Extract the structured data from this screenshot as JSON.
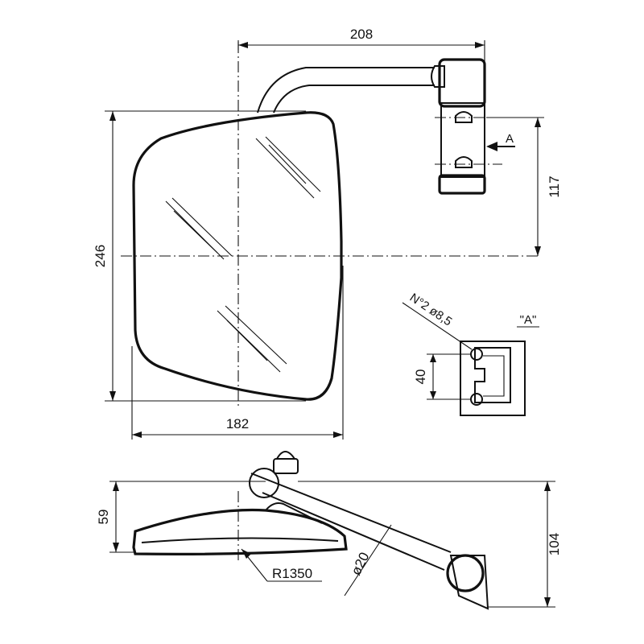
{
  "drawing": {
    "type": "mirror-technical-drawing",
    "dimensions": {
      "arm_width": "208",
      "bracket_height": "117",
      "mirror_height": "246",
      "mirror_width": "182",
      "hole_spacing": "40",
      "side_depth": "59",
      "side_height": "104",
      "curvature_radius": "R1350",
      "tube_diameter": "ø20"
    },
    "labels": {
      "view_arrow": "A",
      "view_title": "\"A\"",
      "holes_note": "N°2 ø8,5"
    },
    "colors": {
      "ink": "#111111",
      "background": "#ffffff",
      "bracket_fill": "#ffffff"
    }
  }
}
